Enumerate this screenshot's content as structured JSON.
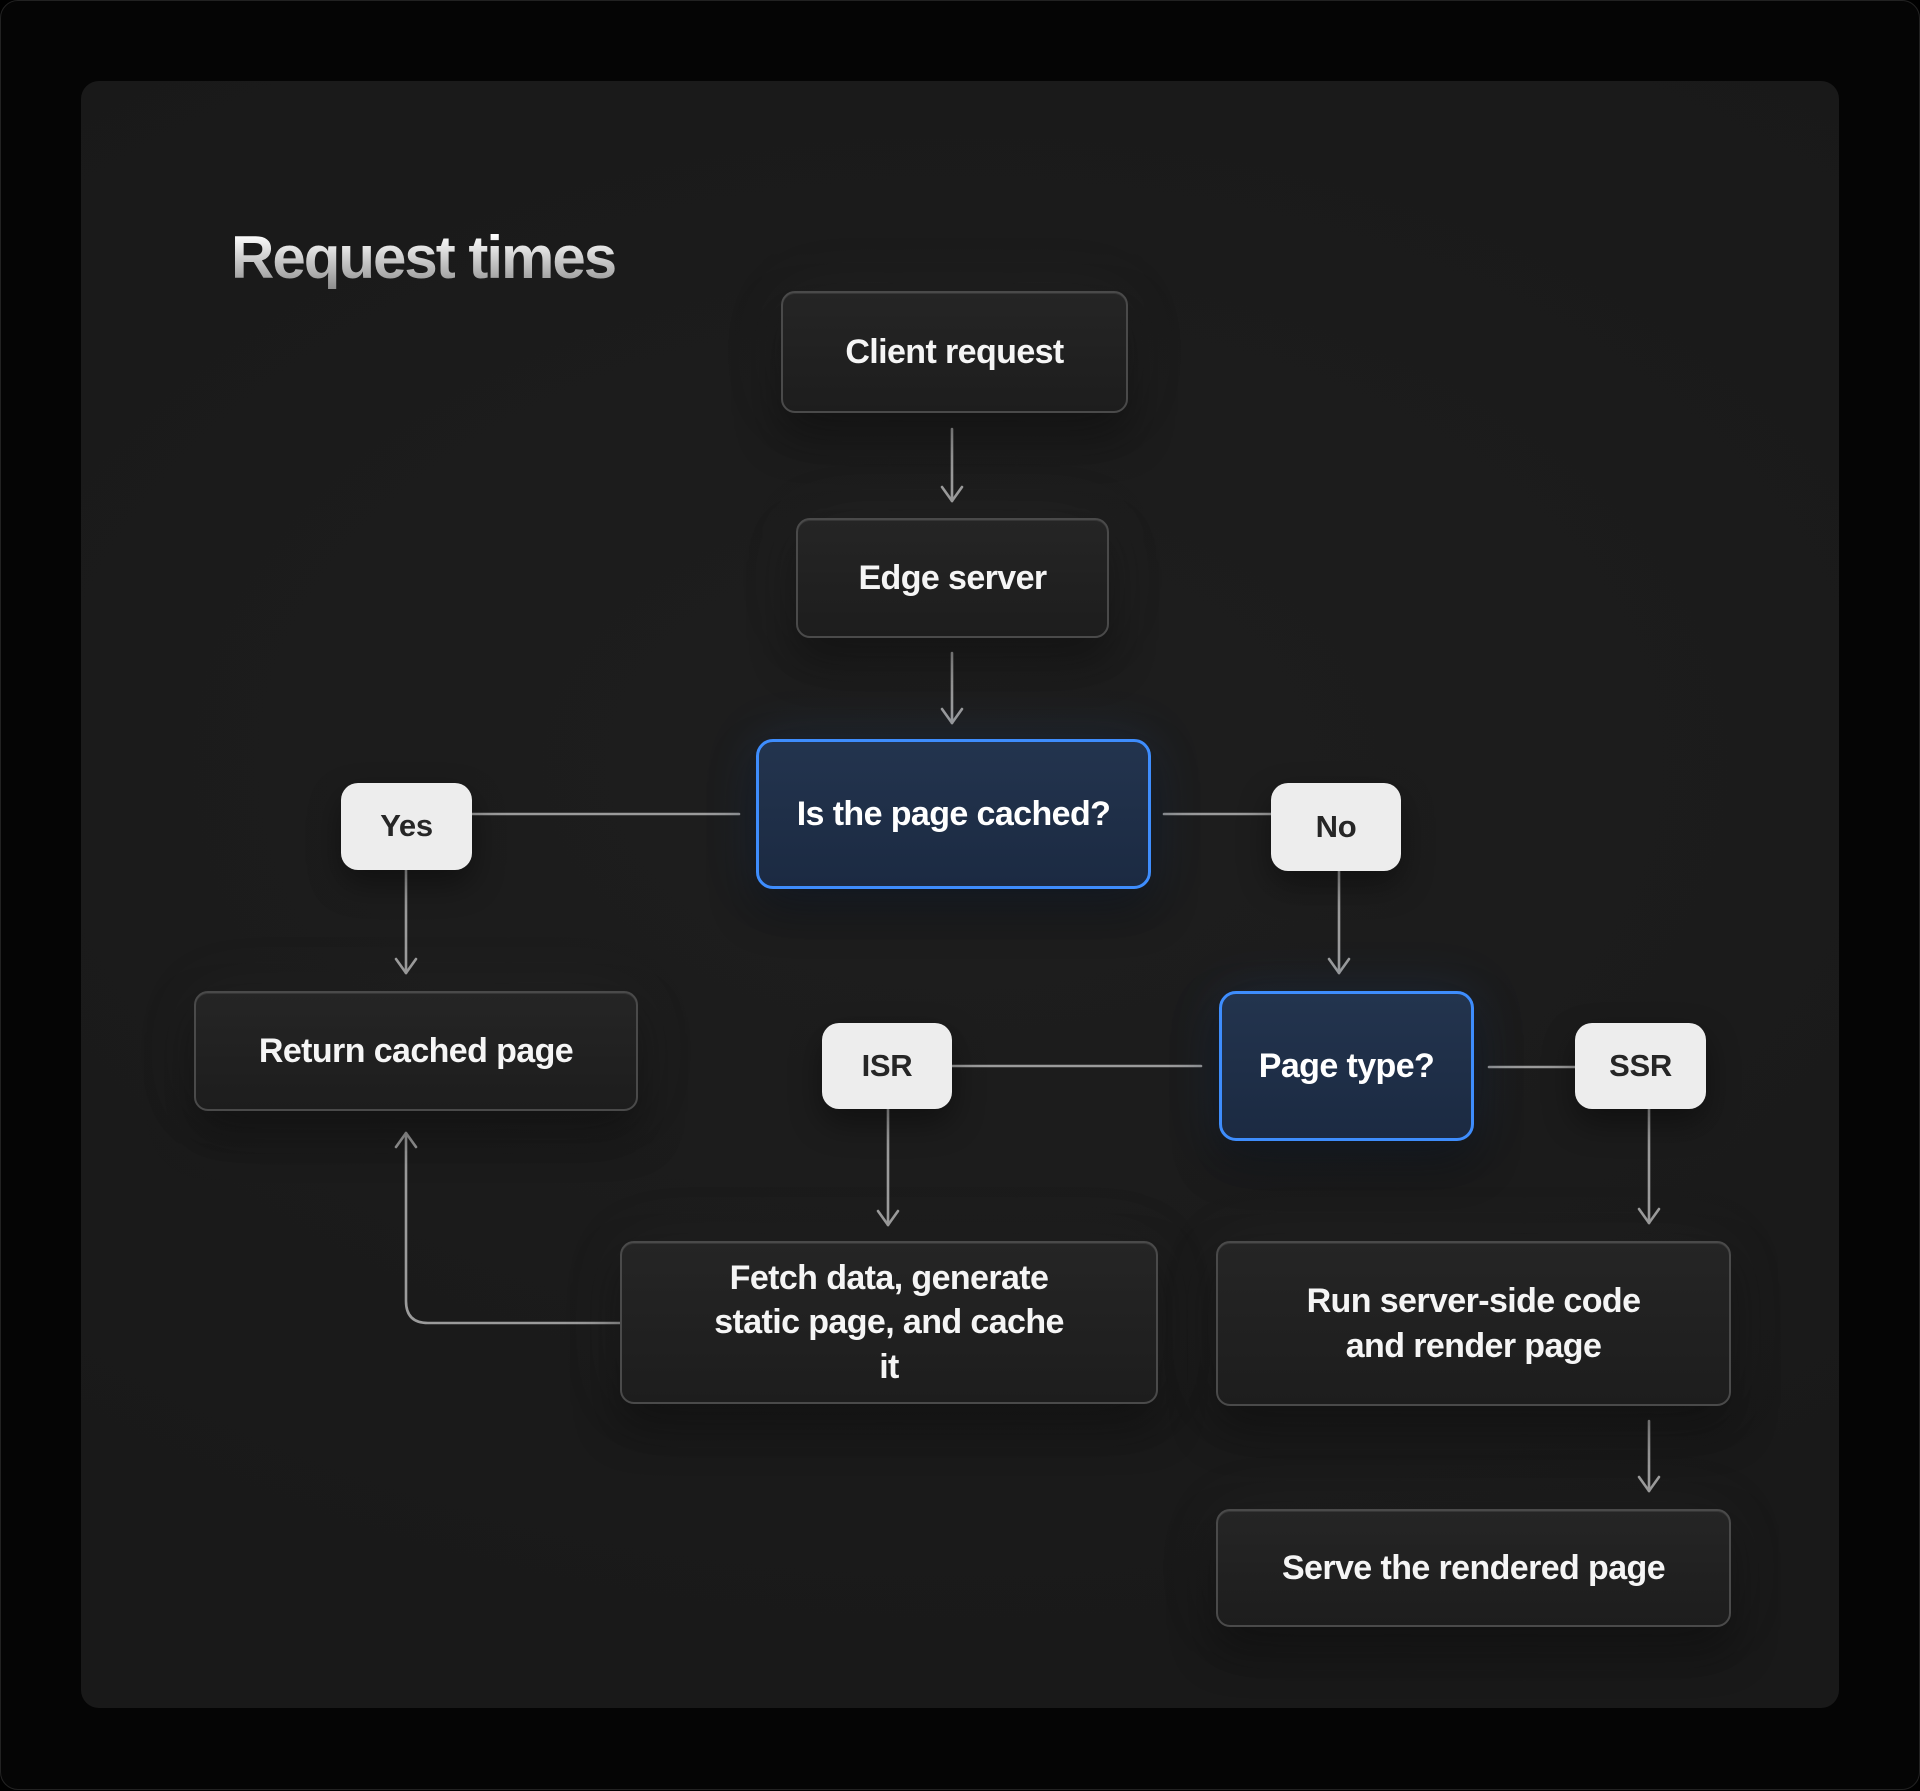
{
  "title": "Request times",
  "nodes": {
    "client_request": {
      "label": "Client request"
    },
    "edge_server": {
      "label": "Edge server"
    },
    "is_page_cached": {
      "label": "Is the page cached?"
    },
    "yes": {
      "label": "Yes"
    },
    "no": {
      "label": "No"
    },
    "return_cached_page": {
      "label": "Return cached page"
    },
    "page_type": {
      "label": "Page type?"
    },
    "isr": {
      "label": "ISR"
    },
    "ssr": {
      "label": "SSR"
    },
    "fetch_generate_cache": {
      "label": "Fetch data, generate static page, and cache it"
    },
    "run_server_side": {
      "label": "Run server-side code and render page"
    },
    "serve_rendered_page": {
      "label": "Serve the rendered page"
    }
  },
  "edges": [
    {
      "from": "client_request",
      "to": "edge_server",
      "arrow": true
    },
    {
      "from": "edge_server",
      "to": "is_page_cached",
      "arrow": true
    },
    {
      "from": "is_page_cached",
      "to": "yes",
      "arrow": false
    },
    {
      "from": "is_page_cached",
      "to": "no",
      "arrow": false
    },
    {
      "from": "yes",
      "to": "return_cached_page",
      "arrow": true
    },
    {
      "from": "no",
      "to": "page_type",
      "arrow": true
    },
    {
      "from": "page_type",
      "to": "isr",
      "arrow": false
    },
    {
      "from": "page_type",
      "to": "ssr",
      "arrow": false
    },
    {
      "from": "isr",
      "to": "fetch_generate_cache",
      "arrow": true
    },
    {
      "from": "ssr",
      "to": "run_server_side",
      "arrow": true
    },
    {
      "from": "fetch_generate_cache",
      "to": "return_cached_page",
      "arrow": true
    },
    {
      "from": "run_server_side",
      "to": "serve_rendered_page",
      "arrow": true
    }
  ],
  "colors": {
    "accent_blue": "#3e8dfd",
    "decision_fill": "#1d2c42",
    "step_fill": "#212121",
    "step_border": "#4a4a4a",
    "chip_fill": "#ededed",
    "chip_text": "#262626",
    "connector": "#9b9b9b",
    "panel_bg": "#1c1c1c",
    "canvas_bg": "#000000",
    "text": "#f5f5f5"
  }
}
